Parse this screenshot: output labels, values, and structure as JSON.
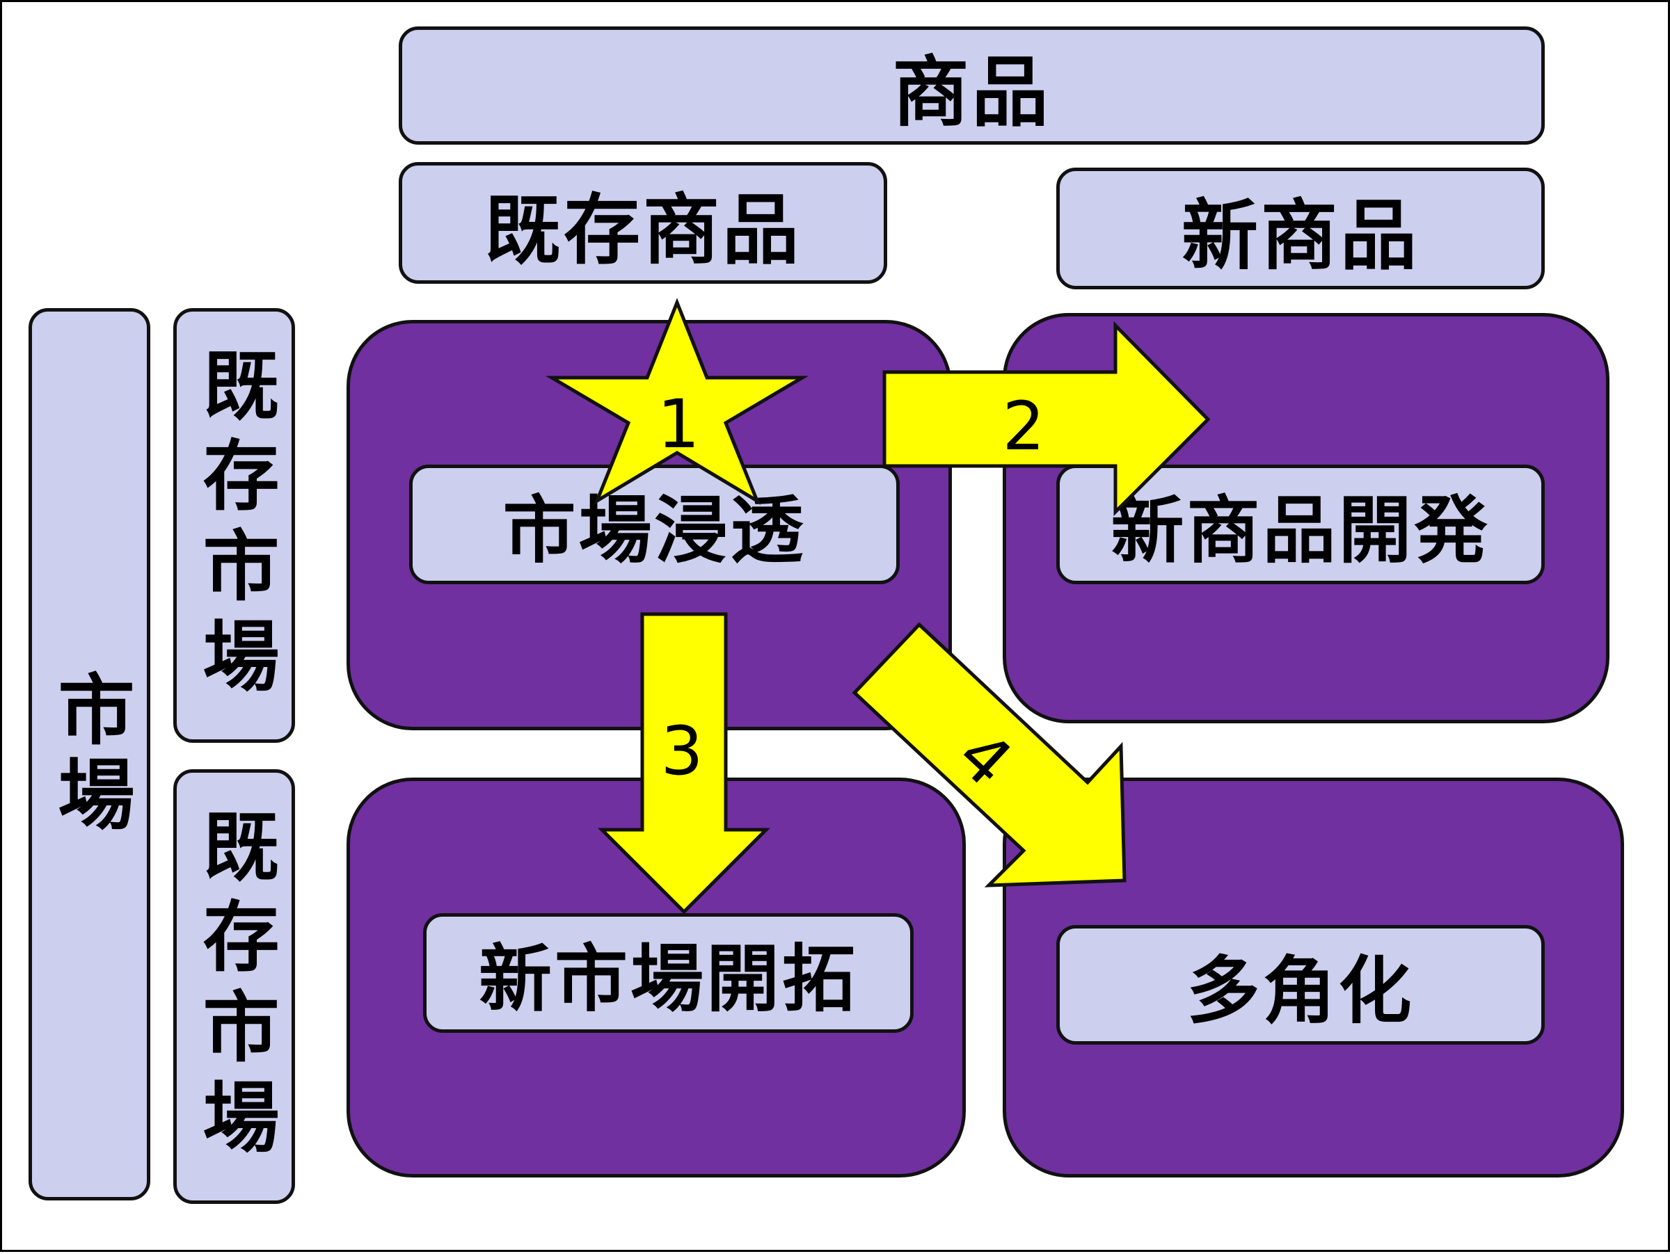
{
  "headers": {
    "product": "商品",
    "existing_product": "既存商品",
    "new_product": "新商品",
    "market": "市場",
    "existing_market_top": "既存市場",
    "existing_market_bottom": "既存市場"
  },
  "quadrants": {
    "penetration": "市場浸透",
    "product_development": "新商品開発",
    "market_development": "新市場開拓",
    "diversification": "多角化"
  },
  "markers": {
    "star": "1",
    "right_arrow": "2",
    "down_arrow": "3",
    "diagonal_arrow": "4"
  },
  "colors": {
    "quadrant_fill": "#7030a0",
    "label_fill": "#cccfee",
    "marker_fill": "#ffff00"
  }
}
